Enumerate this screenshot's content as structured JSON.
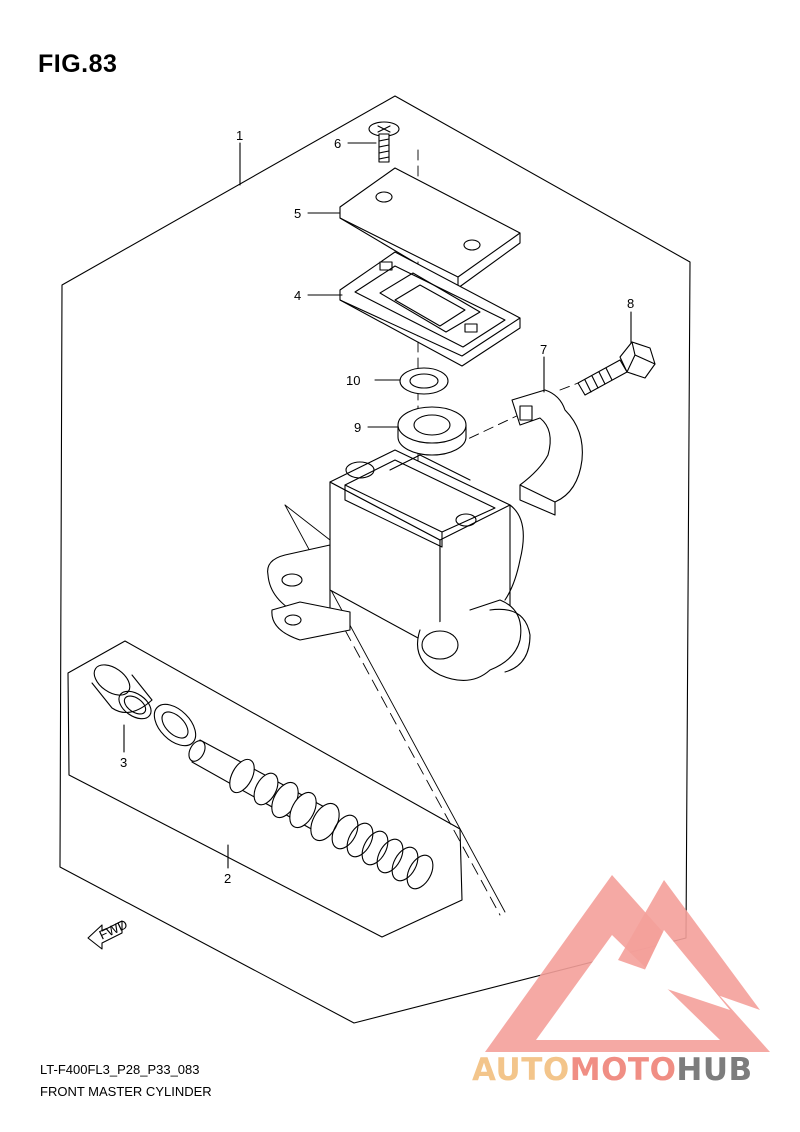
{
  "figure": {
    "title": "FIG.83",
    "code": "LT-F400FL3_P28_P33_083",
    "name": "FRONT MASTER CYLINDER"
  },
  "callouts": [
    "1",
    "2",
    "3",
    "4",
    "5",
    "6",
    "7",
    "8",
    "9",
    "10"
  ],
  "fwd_label": "FWD",
  "watermark": {
    "part1": "AUTO",
    "part2": "MOTO",
    "part3": "HUB",
    "colors": {
      "auto": "#f3c58b",
      "moto": "#f08e84",
      "hub": "#7d7d7d",
      "logo": "#f4a09a"
    }
  }
}
